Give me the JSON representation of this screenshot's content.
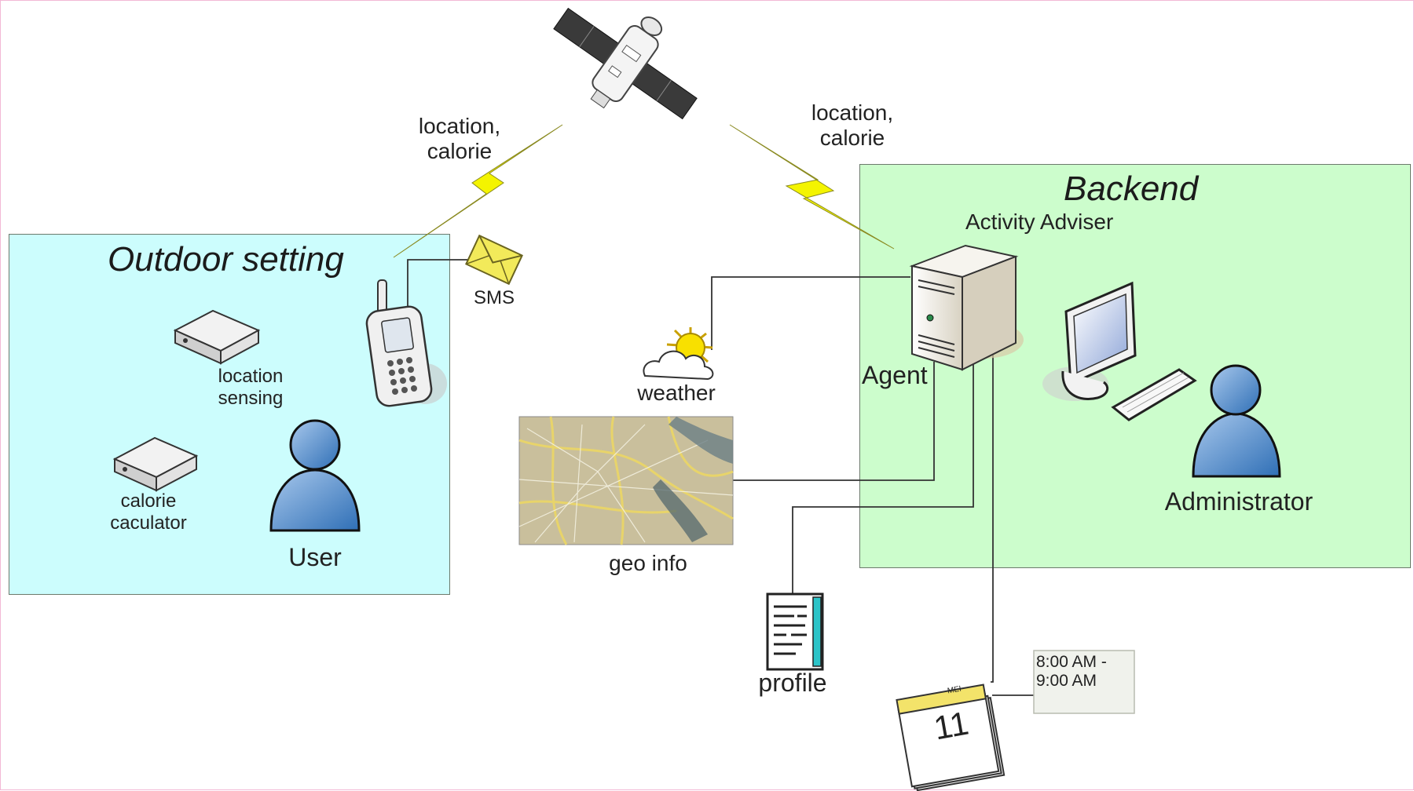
{
  "regions": {
    "outdoor": {
      "title": "Outdoor setting",
      "fill": "#ccfdfd"
    },
    "backend": {
      "title": "Backend",
      "fill": "#ccfdcc"
    }
  },
  "nodes": {
    "satellite": {
      "icon": "satellite-icon"
    },
    "phone": {
      "icon": "mobile-phone-icon"
    },
    "sms": {
      "label": "SMS",
      "icon": "envelope-icon"
    },
    "location_sensing": {
      "line1": "location",
      "line2": "sensing",
      "icon": "sensor-device-icon"
    },
    "calorie_calculator": {
      "line1": "calorie",
      "line2": "caculator",
      "icon": "sensor-device-icon"
    },
    "user": {
      "label": "User",
      "icon": "person-icon"
    },
    "weather": {
      "label": "weather",
      "icon": "sun-cloud-icon"
    },
    "geo_info": {
      "label": "geo info",
      "icon": "map-icon"
    },
    "profile": {
      "label": "profile",
      "icon": "document-icon"
    },
    "calendar": {
      "day": "11",
      "month": "MEI",
      "icon": "calendar-icon"
    },
    "schedule": {
      "line1": "8:00 AM -",
      "line2": "9:00 AM"
    },
    "server": {
      "title": "Activity Adviser",
      "agent": "Agent",
      "icon": "server-icon"
    },
    "computer": {
      "icon": "desktop-computer-icon"
    },
    "administrator": {
      "label": "Administrator",
      "icon": "person-icon"
    }
  },
  "links": {
    "left": {
      "line1": "location,",
      "line2": "calorie"
    },
    "right": {
      "line1": "location,",
      "line2": "calorie"
    },
    "lightning_color": "#f4f400"
  }
}
